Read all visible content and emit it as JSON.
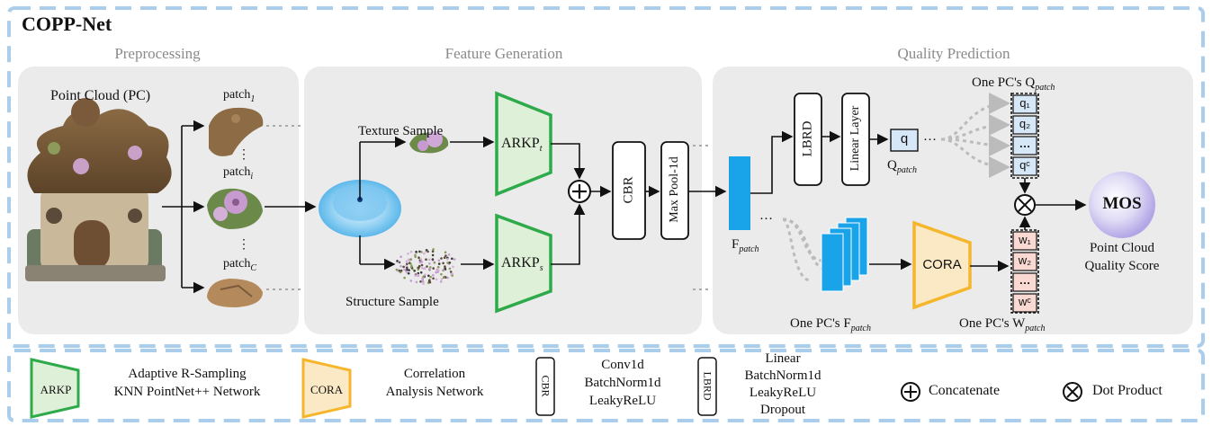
{
  "title": "COPP-Net",
  "sections": {
    "preprocessing": "Preprocessing",
    "feature_generation": "Feature Generation",
    "quality_prediction": "Quality Prediction"
  },
  "preprocessing": {
    "point_cloud_label": "Point Cloud (PC)",
    "patch_1": "patch",
    "patch_1_sub": "1",
    "patch_i": "patch",
    "patch_i_sub": "i",
    "patch_c": "patch",
    "patch_c_sub": "C",
    "ellipsis": "⋮"
  },
  "feature_generation": {
    "texture_sample": "Texture Sample",
    "structure_sample": "Structure Sample",
    "arkp_t": "ARKP",
    "arkp_t_sub": "t",
    "arkp_s": "ARKP",
    "arkp_s_sub": "s",
    "cbr": "CBR",
    "maxpool": "Max Pool-1d"
  },
  "quality_prediction": {
    "f_patch": "F",
    "f_patch_sub": "patch",
    "lbrd": "LBRD",
    "linear_layer": "Linear Layer",
    "q": "q",
    "q_patch": "Q",
    "q_patch_sub": "patch",
    "one_pc_q": "One PC's Q",
    "one_pc_q_sub": "patch",
    "q_items": [
      "q₁",
      "q₂",
      "…",
      "qᶜ"
    ],
    "cora": "CORA",
    "w_items": [
      "w₁",
      "w₂",
      "…",
      "wᶜ"
    ],
    "one_pc_f": "One PC's F",
    "one_pc_f_sub": "patch",
    "one_pc_w": "One PC's W",
    "one_pc_w_sub": "patch",
    "mos": "MOS",
    "score_line1": "Point Cloud",
    "score_line2": "Quality Score",
    "dots": "…"
  },
  "legend": {
    "arkp_box": "ARKP",
    "arkp_line1": "Adaptive R-Sampling",
    "arkp_line2": "KNN PointNet++ Network",
    "cora_box": "CORA",
    "cora_line1": "Correlation",
    "cora_line2": "Analysis Network",
    "cbr_box": "CBR",
    "cbr_line1": "Conv1d",
    "cbr_line2": "BatchNorm1d",
    "cbr_line3": "LeakyReLU",
    "lbrd_box": "LBRD",
    "lbrd_line1": "Linear",
    "lbrd_line2": "BatchNorm1d",
    "lbrd_line3": "LeakyReLU",
    "lbrd_line4": "Dropout",
    "concat": "Concatenate",
    "dot": "Dot Product"
  },
  "colors": {
    "dash_border": "#a9cdea",
    "panel": "#ebebeb",
    "arkp_fill": "#dff0d8",
    "arkp_stroke": "#2eaa4a",
    "cora_fill": "#fbe9c6",
    "cora_stroke": "#f5b62c",
    "blue_bar": "#19a3e8",
    "q_fill": "#d6e8f7",
    "w_fill": "#f9d9d2"
  }
}
